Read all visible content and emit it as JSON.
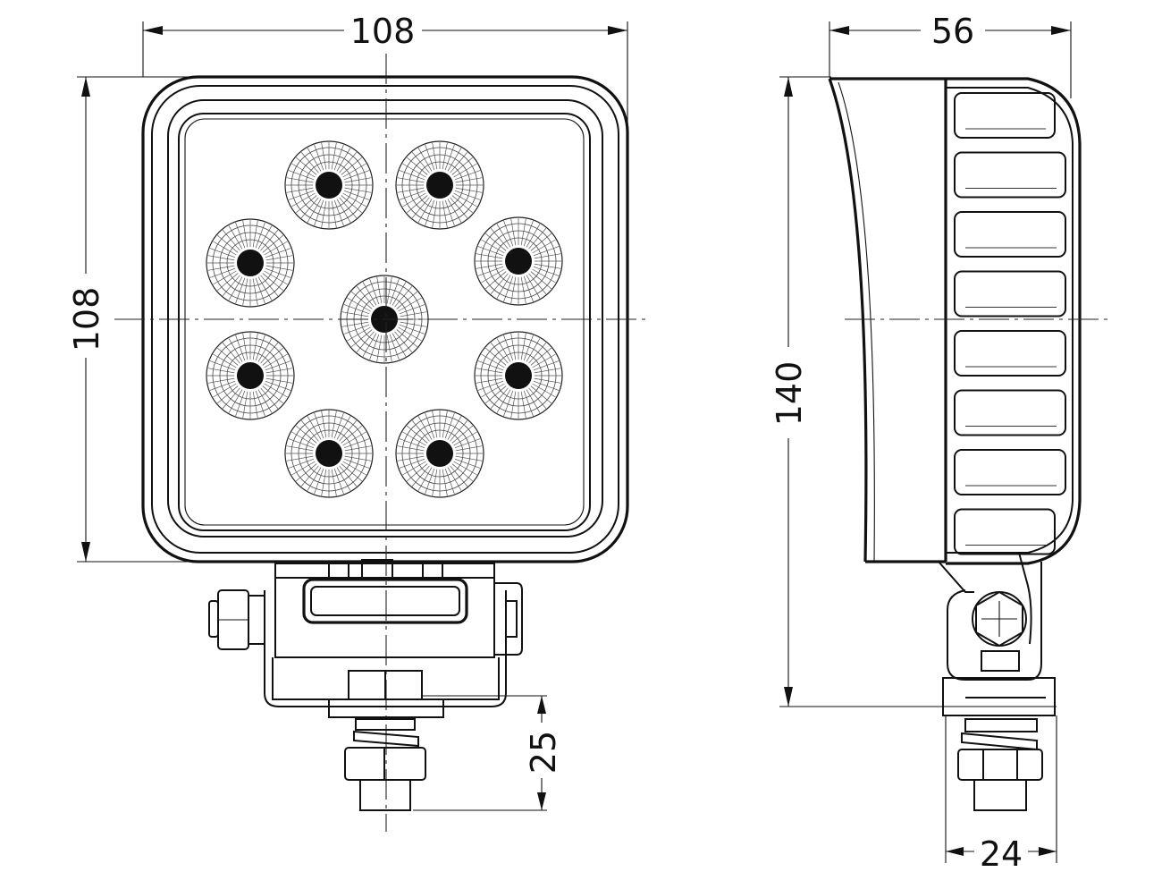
{
  "drawing": {
    "dimensions": {
      "front_width": "108",
      "front_height": "108",
      "side_depth": "56",
      "side_height": "140",
      "thread_length": "25",
      "stud_width": "24"
    },
    "led_count": 9,
    "side_fin_count": 8
  }
}
